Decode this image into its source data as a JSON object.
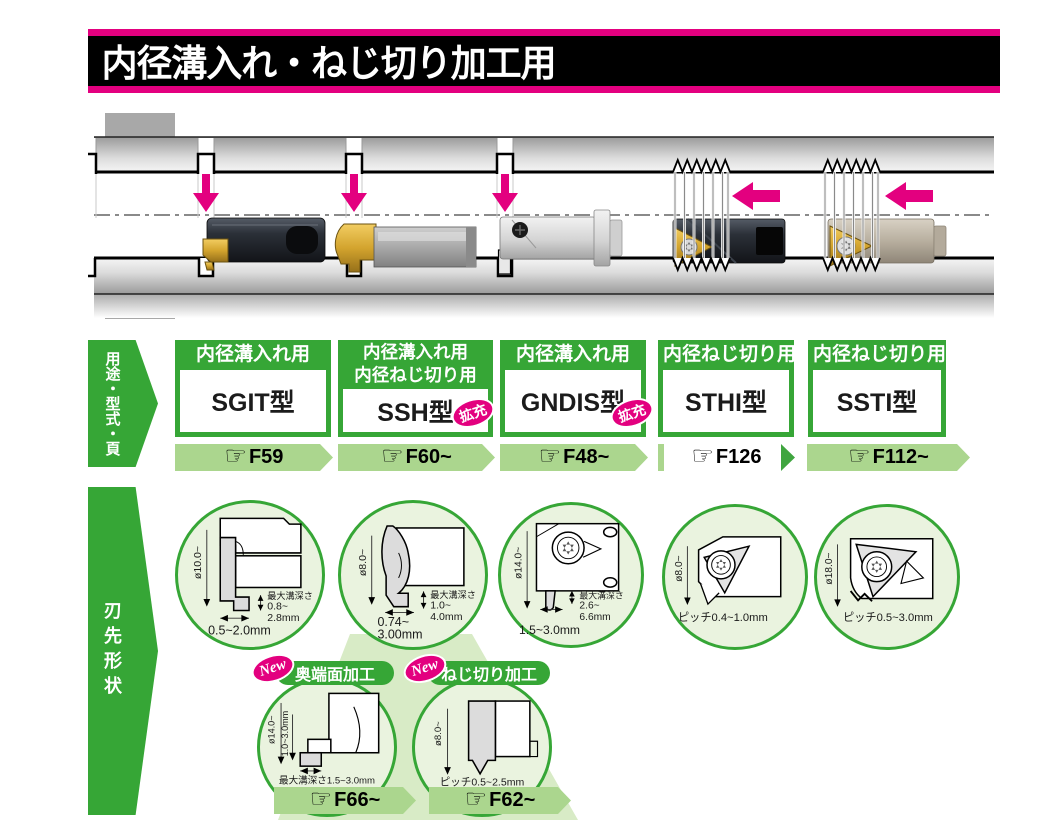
{
  "header": {
    "title": "内径溝入れ・ねじ切り加工用"
  },
  "sidebar": {
    "usage_label": "用途・型式・頁",
    "shape_label": "刃先形状"
  },
  "icons": {
    "pointing_hand": "☞"
  },
  "badges": {
    "expand": "拡充",
    "new": "New"
  },
  "columns": [
    {
      "headers": [
        "内径溝入れ用"
      ],
      "model": "SGIT型",
      "page": "F59"
    },
    {
      "headers": [
        "内径溝入れ用",
        "内径ねじ切り用"
      ],
      "model": "SSH型",
      "page": "F60~"
    },
    {
      "headers": [
        "内径溝入れ用"
      ],
      "model": "GNDIS型",
      "page": "F48~"
    },
    {
      "headers": [
        "内径ねじ切り用"
      ],
      "model": "STHI型",
      "page": "F126"
    },
    {
      "headers": [
        "内径ねじ切り用"
      ],
      "model": "SSTI型",
      "page": "F112~"
    }
  ],
  "tip_shapes": [
    {
      "diameter": "ø10.0~",
      "width": "0.5~2.0mm",
      "depth_title": "最大溝深さ",
      "depth_min": "0.8~",
      "depth_max": "2.8mm"
    },
    {
      "diameter": "ø8.0~",
      "width_min": "0.74~",
      "width_max": "3.00mm",
      "depth_title": "最大溝深さ",
      "depth_min": "1.0~",
      "depth_max": "4.0mm"
    },
    {
      "diameter": "ø14.0~",
      "width": "1.5~3.0mm",
      "depth_title": "最大溝深さ",
      "depth_min": "2.6~",
      "depth_max": "6.6mm"
    },
    {
      "diameter": "ø8.0~",
      "pitch": "ピッチ0.4~1.0mm"
    },
    {
      "diameter": "ø18.0~",
      "pitch": "ピッチ0.5~3.0mm"
    }
  ],
  "extra_shapes": [
    {
      "title": "奥端面加工",
      "diameter": "ø14.0~",
      "groove_width": "1.0~3.0mm",
      "label": "最大溝深さ1.5~3.0mm",
      "page": "F66~"
    },
    {
      "title": "ねじ切り加工",
      "diameter": "ø8.0~",
      "label": "ピッチ0.5~2.5mm",
      "page": "F62~"
    }
  ],
  "colors": {
    "accent_magenta": "#E3007F",
    "green": "#36A636",
    "light_green": "#ABD68E",
    "circle_fill": "#EAF3DF"
  }
}
